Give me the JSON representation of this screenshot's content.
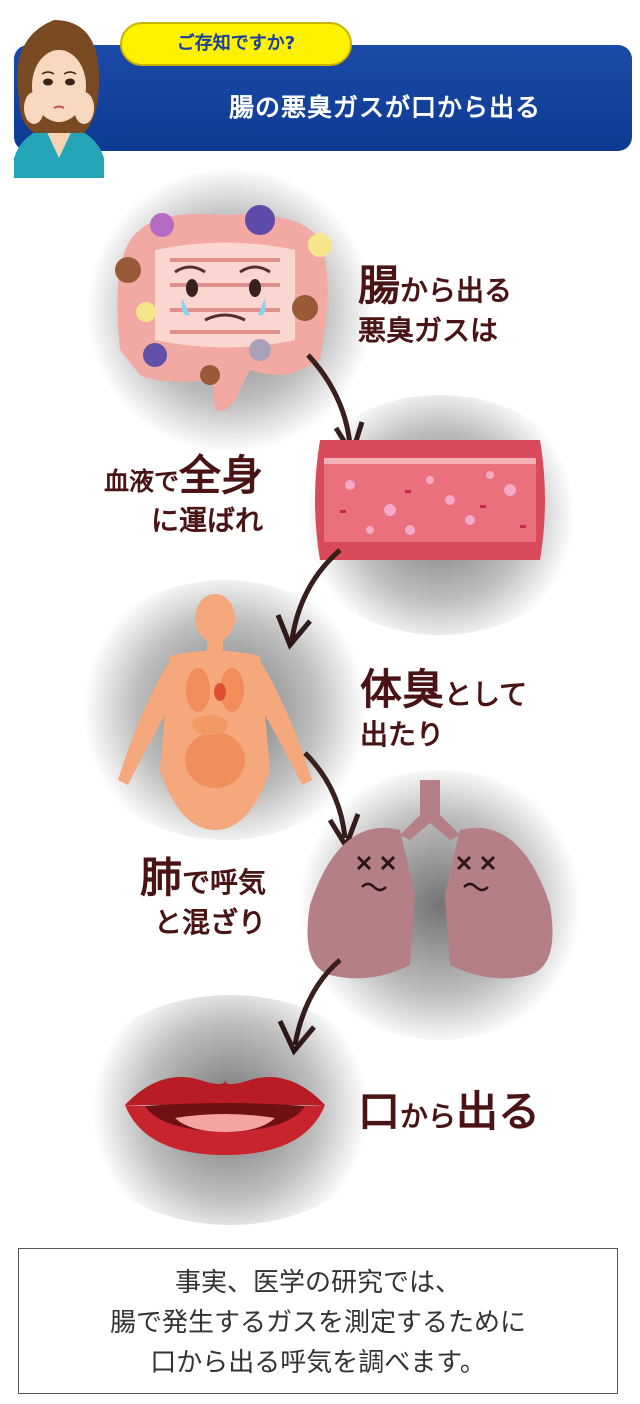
{
  "header": {
    "badge": "ご存知ですか?",
    "title": "腸の悪臭ガスが口から出る"
  },
  "steps": [
    {
      "line1_big": "腸",
      "line1_rest": "から出る",
      "line2": "悪臭ガスは"
    },
    {
      "line1_pre": "血液で",
      "line1_big": "全身",
      "line2": "に運ばれ"
    },
    {
      "line1_big": "体臭",
      "line1_rest": "として",
      "line2": "出たり"
    },
    {
      "line1_big": "肺",
      "line1_rest": "で呼気",
      "line2": "と混ざり"
    },
    {
      "big1": "口",
      "mid": "から",
      "big2": "出る"
    }
  ],
  "footer": {
    "line1": "事実、医学の研究では、",
    "line2": "腸で発生するガスを測定するために",
    "line3": "口から出る呼気を調べます。"
  },
  "colors": {
    "banner": "#0d3a92",
    "badge": "#fff200",
    "text": "#4a1414",
    "skin": "#f4a87c",
    "blood": "#d94a5c",
    "lung": "#b57f86",
    "lips": "#b81d26"
  }
}
